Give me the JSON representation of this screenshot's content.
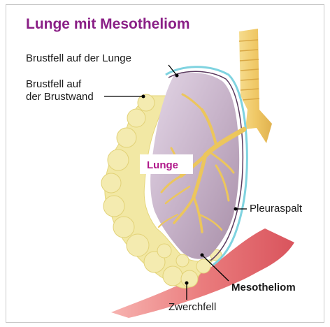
{
  "title": "Lunge mit Mesotheliom",
  "labels": {
    "brustfell_lunge": "Brustfell auf der Lunge",
    "brustfell_wand_1": "Brustfell auf",
    "brustfell_wand_2": "der Brustwand",
    "lunge": "Lunge",
    "pleuraspalt": "Pleuraspalt",
    "mesotheliom": "Mesotheliom",
    "zwerchfell": "Zwerchfell"
  },
  "colors": {
    "title": "#8a1f86",
    "lunge_label": "#b0188a",
    "tumor": "#f2e8a4",
    "lung_tissue": "#c9b6c9",
    "pleura_line": "#7fd3e0",
    "diaphragm": "#e8787a",
    "airway": "#f0d27a"
  }
}
